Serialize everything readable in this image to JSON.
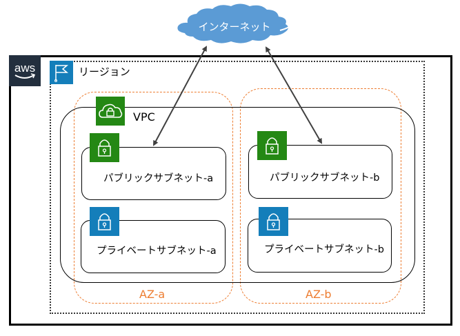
{
  "internet": {
    "label": "インターネット",
    "color": "#5b9bd5"
  },
  "aws": {
    "logo_text": "aws",
    "border_color": "#000000",
    "logo_bg": "#232f3e"
  },
  "region": {
    "label": "リージョン",
    "icon": "flag-icon",
    "icon_bg": "#147eba"
  },
  "vpc": {
    "label": "VPC",
    "icon": "cloud-lock-icon",
    "icon_bg": "#248814"
  },
  "availability_zones": [
    {
      "label": "AZ-a",
      "color": "#ed7d31"
    },
    {
      "label": "AZ-b",
      "color": "#ed7d31"
    }
  ],
  "subnets": {
    "public_a": {
      "label": "パブリックサブネット-a",
      "icon": "lock-icon",
      "icon_bg": "#248814"
    },
    "public_b": {
      "label": "パブリックサブネット-b",
      "icon": "lock-icon",
      "icon_bg": "#248814"
    },
    "private_a": {
      "label": "プライベートサブネット-a",
      "icon": "lock-icon",
      "icon_bg": "#147eba"
    },
    "private_b": {
      "label": "プライベートサブネット-b",
      "icon": "lock-icon",
      "icon_bg": "#147eba"
    }
  },
  "connections": [
    {
      "from": "internet",
      "to": "public_a",
      "type": "bidirectional-arrow"
    },
    {
      "from": "internet",
      "to": "public_b",
      "type": "bidirectional-arrow"
    }
  ]
}
